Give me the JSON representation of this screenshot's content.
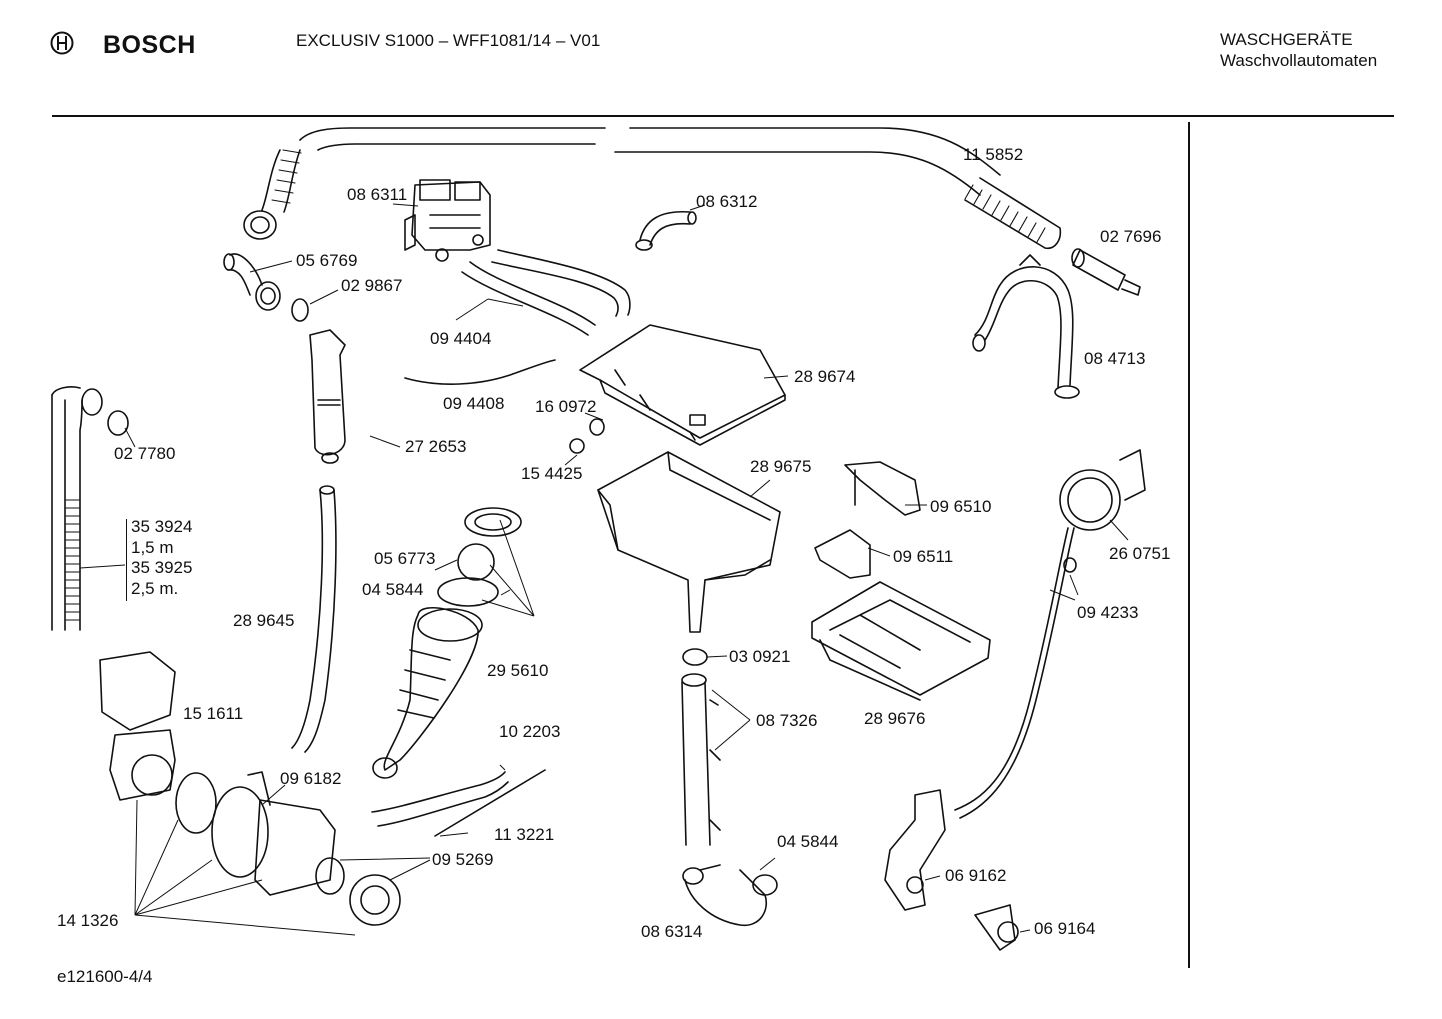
{
  "header": {
    "brand": "BOSCH",
    "model": "EXCLUSIV S1000 – WFF1081/14 – V01",
    "category_line1": "WASCHGERÄTE",
    "category_line2": "Waschvollautomaten"
  },
  "footer": {
    "code": "e121600-4/4"
  },
  "labels": {
    "p115852": "11 5852",
    "p086311": "08 6311",
    "p086312": "08 6312",
    "p027696": "02 7696",
    "p056769": "05 6769",
    "p029867": "02 9867",
    "p094404": "09 4404",
    "p084713": "08 4713",
    "p289674": "28 9674",
    "p094408": "09 4408",
    "p160972": "16 0972",
    "p027780": "02 7780",
    "p272653": "27 2653",
    "p154425": "15 4425",
    "p289675": "28 9675",
    "p096510": "09 6510",
    "p353924": "35 3924",
    "hose1": "1,5 m",
    "p353925": "35 3925",
    "hose2": "2,5 m.",
    "p056773": "05 6773",
    "p045844a": "04 5844",
    "p096511": "09 6511",
    "p260751": "26 0751",
    "p289645": "28 9645",
    "p094233": "09 4233",
    "p295610": "29 5610",
    "p030921": "03 0921",
    "p151611": "15 1611",
    "p087326": "08 7326",
    "p289676": "28 9676",
    "p102203": "10 2203",
    "p096182": "09 6182",
    "p113221": "11 3221",
    "p045844b": "04 5844",
    "p095269": "09 5269",
    "p069162": "06 9162",
    "p141326": "14 1326",
    "p086314": "08 6314",
    "p069164": "06 9164"
  }
}
